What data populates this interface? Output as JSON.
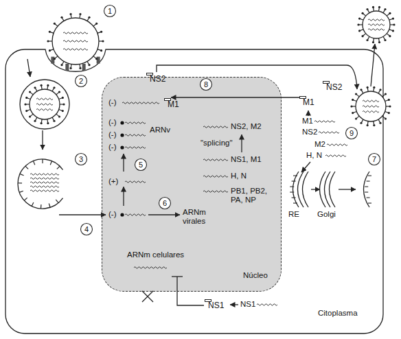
{
  "diagram": {
    "nodes": [
      {
        "text": [
          "Citoplasma"
        ]
      },
      {
        "text": [
          "Núcleo"
        ],
        "in": 0
      },
      {
        "text": [
          "NS2"
        ],
        "in": 1
      },
      {
        "text": [
          "M1"
        ],
        "in": 1
      },
      {
        "text": [
          "NS2"
        ],
        "in": 0
      },
      {
        "text": [
          "M1"
        ],
        "in": 0
      },
      {
        "text": [
          "NS1"
        ],
        "in": 0
      }
    ],
    "edges": [
      {
        "from": 5,
        "to": 3,
        "arrow": "to"
      }
    ],
    "labels": [
      "1",
      "2",
      "3",
      "4",
      "5",
      "6",
      "7",
      "8",
      "9",
      "(-)",
      "(-)",
      "(-)",
      "(-)",
      "ARNv",
      "(+)",
      "(-)",
      "ARNm virales",
      "\"splicing\"",
      "NS2, M2",
      "NS1, M1",
      "H, N",
      "PB1, PB2, PA, NP",
      "ARNm celulares",
      "M1",
      "NS2",
      "M2",
      "H, N",
      "RE",
      "Golgi",
      "NS1"
    ]
  }
}
